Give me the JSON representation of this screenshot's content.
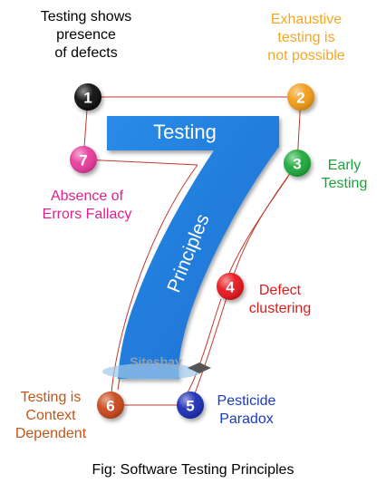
{
  "diagram": {
    "big_number": "7",
    "top_word": "Testing",
    "diagonal_word": "Principles",
    "watermark": "Sitesbay",
    "principles": [
      {
        "number": "1",
        "lines": [
          "Testing shows",
          "presence",
          "of defects"
        ],
        "circle_color": "#111111",
        "text_color": "#000000"
      },
      {
        "number": "2",
        "lines": [
          "Exhaustive",
          "testing is",
          "not possible"
        ],
        "circle_color": "#f39c12",
        "text_color": "#f5a623"
      },
      {
        "number": "3",
        "lines": [
          "Early",
          "Testing"
        ],
        "circle_color": "#1faa3a",
        "text_color": "#1aa33a"
      },
      {
        "number": "4",
        "lines": [
          "Defect",
          "clustering"
        ],
        "circle_color": "#e8181c",
        "text_color": "#e01b1b"
      },
      {
        "number": "5",
        "lines": [
          "Pesticide",
          "Paradox"
        ],
        "circle_color": "#1a2fb5",
        "text_color": "#1a3ac8"
      },
      {
        "number": "6",
        "lines": [
          "Testing is",
          "Context",
          "Dependent"
        ],
        "circle_color": "#c8471a",
        "text_color": "#c0561a"
      },
      {
        "number": "7",
        "lines": [
          "Absence of",
          "Errors Fallacy"
        ],
        "circle_color": "#e83a9c",
        "text_color": "#e0208c"
      }
    ]
  },
  "caption": "Fig: Software Testing Principles"
}
